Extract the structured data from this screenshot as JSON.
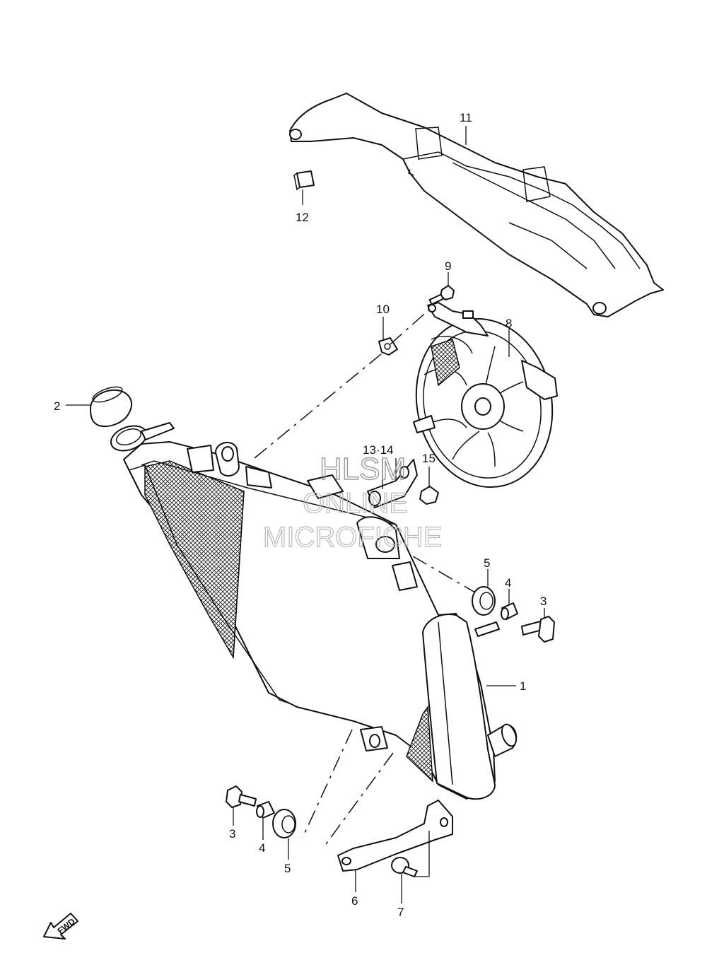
{
  "callouts": {
    "c1": "1",
    "c2": "2",
    "c3a": "3",
    "c3b": "3",
    "c4a": "4",
    "c4b": "4",
    "c5a": "5",
    "c5b": "5",
    "c6": "6",
    "c7": "7",
    "c8": "8",
    "c9": "9",
    "c10": "10",
    "c11": "11",
    "c12": "12",
    "c1314": "13·14",
    "c15": "15"
  },
  "watermark": {
    "line1": "HLSM",
    "line2": "ONLINE",
    "line3": "MICROFICHE"
  },
  "direction": {
    "label": "FWD"
  }
}
